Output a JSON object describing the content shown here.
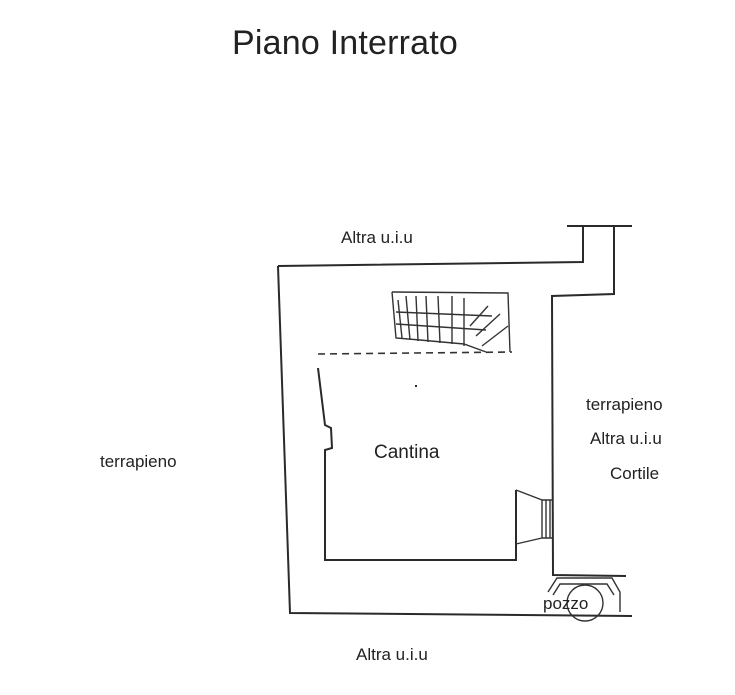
{
  "plan": {
    "title": "Piano Interrato",
    "labels": {
      "top_neighbor": "Altra u.i.u",
      "bottom_neighbor": "Altra u.i.u",
      "left_side": "terrapieno",
      "right_terrapieno": "terrapieno",
      "right_neighbor": "Altra u.i.u",
      "right_courtyard": "Cortile",
      "room": "Cantina",
      "well": "pozzo"
    }
  }
}
